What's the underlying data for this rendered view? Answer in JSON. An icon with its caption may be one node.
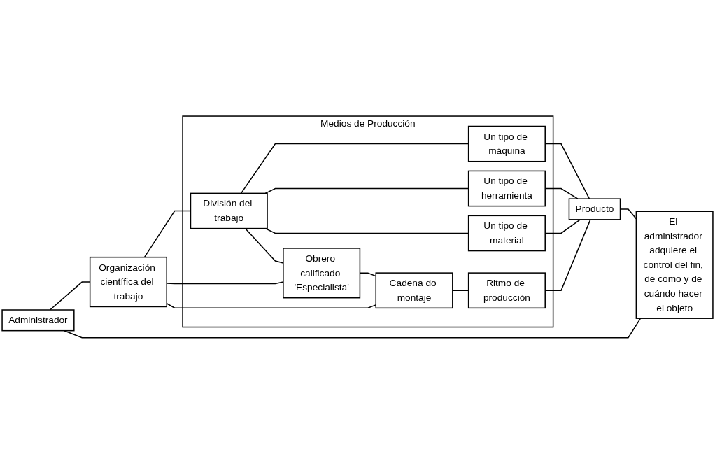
{
  "diagram": {
    "nodes": [
      {
        "text": [
          "Medios de Producción"
        ]
      },
      {
        "text": [
          "Administrador"
        ]
      },
      {
        "text": [
          "Organización científica del trabajo"
        ]
      },
      {
        "text": [
          "División del trabajo"
        ],
        "in": 0
      },
      {
        "text": [
          "Un tipo de máquina"
        ],
        "in": 0
      },
      {
        "text": [
          "Un tipo de herramienta"
        ],
        "in": 0
      },
      {
        "text": [
          "Un tipo de material"
        ],
        "in": 0
      },
      {
        "text": [
          "Obrero calificado 'Especialista'"
        ],
        "in": 0
      },
      {
        "text": [
          "Cadena do montaje"
        ],
        "in": 0
      },
      {
        "text": [
          "Ritmo de producción"
        ],
        "in": 0
      },
      {
        "text": [
          "Producto"
        ]
      },
      {
        "text": [
          "El administrador adquiere el control del fin, de cómo y de cuándo hacer el objeto"
        ]
      }
    ],
    "edges": [
      {
        "from": 1,
        "to": 2,
        "arrow": "none"
      },
      {
        "from": 2,
        "to": 3,
        "arrow": "none"
      },
      {
        "from": 2,
        "to": 7,
        "arrow": "none"
      },
      {
        "from": 2,
        "to": 8,
        "arrow": "none"
      },
      {
        "from": 3,
        "to": 4,
        "arrow": "none"
      },
      {
        "from": 3,
        "to": 5,
        "arrow": "none"
      },
      {
        "from": 3,
        "to": 6,
        "arrow": "none"
      },
      {
        "from": 3,
        "to": 7,
        "arrow": "none"
      },
      {
        "from": 7,
        "to": 8,
        "arrow": "none"
      },
      {
        "from": 8,
        "to": 9,
        "arrow": "none"
      },
      {
        "from": 4,
        "to": 10,
        "arrow": "none"
      },
      {
        "from": 5,
        "to": 10,
        "arrow": "none"
      },
      {
        "from": 6,
        "to": 10,
        "arrow": "none"
      },
      {
        "from": 9,
        "to": 10,
        "arrow": "none"
      },
      {
        "from": 1,
        "to": 11,
        "arrow": "none"
      },
      {
        "from": 10,
        "to": 11,
        "arrow": "none"
      }
    ]
  }
}
